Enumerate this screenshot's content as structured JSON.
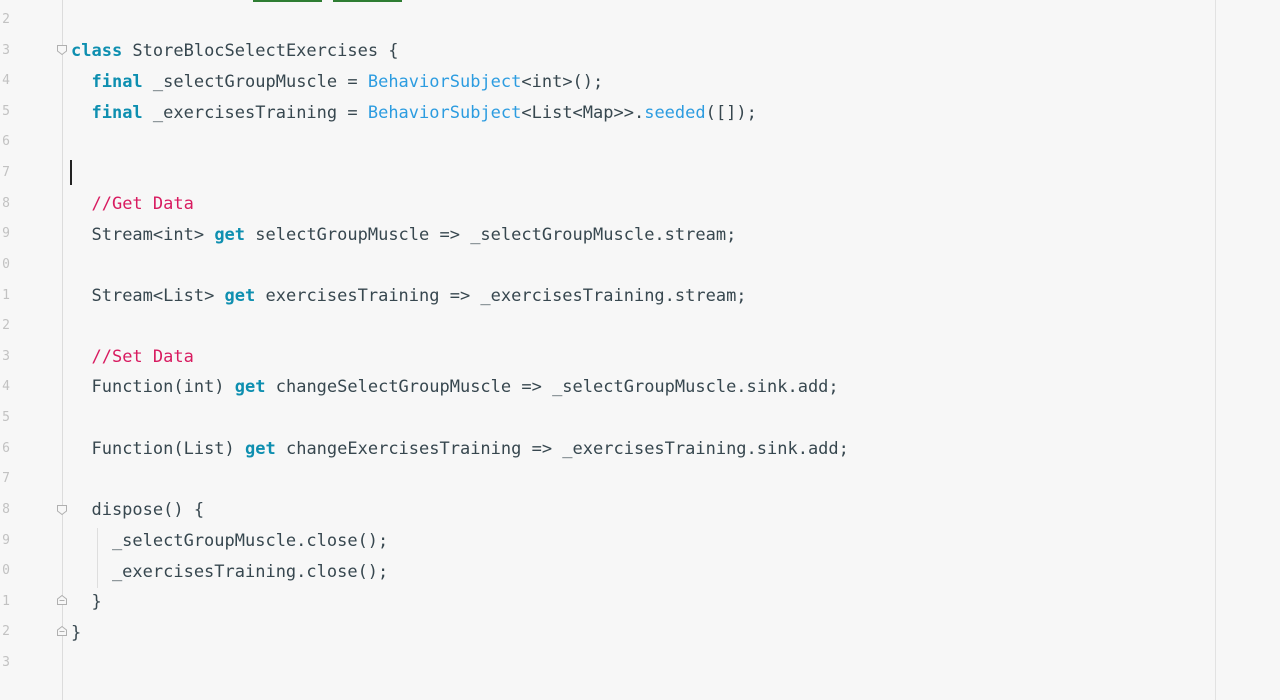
{
  "editor": {
    "line_numbers": [
      "2",
      "3",
      "4",
      "5",
      "6",
      "7",
      "8",
      "9",
      "0",
      "1",
      "2",
      "3",
      "4",
      "5",
      "6",
      "7",
      "8",
      "9",
      "0",
      "1",
      "2",
      "3"
    ],
    "code": {
      "l3": {
        "kw": "class",
        "name": " StoreBlocSelectExercises {"
      },
      "l4": {
        "indent": "  ",
        "kw": "final",
        "mid": " _selectGroupMuscle = ",
        "type": "BehaviorSubject",
        "rest": "<int>();"
      },
      "l5": {
        "indent": "  ",
        "kw": "final",
        "mid": " _exercisesTraining = ",
        "type": "BehaviorSubject",
        "rest1": "<List<Map>>.",
        "method": "seeded",
        "rest2": "([]);"
      },
      "l8": {
        "indent": "  ",
        "comment": "//Get Data"
      },
      "l9": {
        "indent": "  ",
        "pre": "Stream<int> ",
        "kw": "get",
        "rest": " selectGroupMuscle => _selectGroupMuscle.stream;"
      },
      "l11": {
        "indent": "  ",
        "pre": "Stream<List> ",
        "kw": "get",
        "rest": " exercisesTraining => _exercisesTraining.stream;"
      },
      "l13": {
        "indent": "  ",
        "comment": "//Set Data"
      },
      "l14": {
        "indent": "  ",
        "pre": "Function(int) ",
        "kw": "get",
        "rest": " changeSelectGroupMuscle => _selectGroupMuscle.sink.add;"
      },
      "l16": {
        "indent": "  ",
        "pre": "Function(List) ",
        "kw": "get",
        "rest": " changeExercisesTraining => _exercisesTraining.sink.add;"
      },
      "l18": {
        "text": "  dispose() {"
      },
      "l19": {
        "text": "    _selectGroupMuscle.close();"
      },
      "l20": {
        "text": "    _exercisesTraining.close();"
      },
      "l21": {
        "text": "  }"
      },
      "l22": {
        "text": "}"
      }
    },
    "colors": {
      "keyword": "#0e8fb0",
      "type": "#2c9ce0",
      "comment": "#d81b60",
      "text": "#37474f",
      "background": "#f7f7f7"
    },
    "icons": {
      "fold_open": "fold-open-icon",
      "fold_close": "fold-close-icon"
    }
  }
}
